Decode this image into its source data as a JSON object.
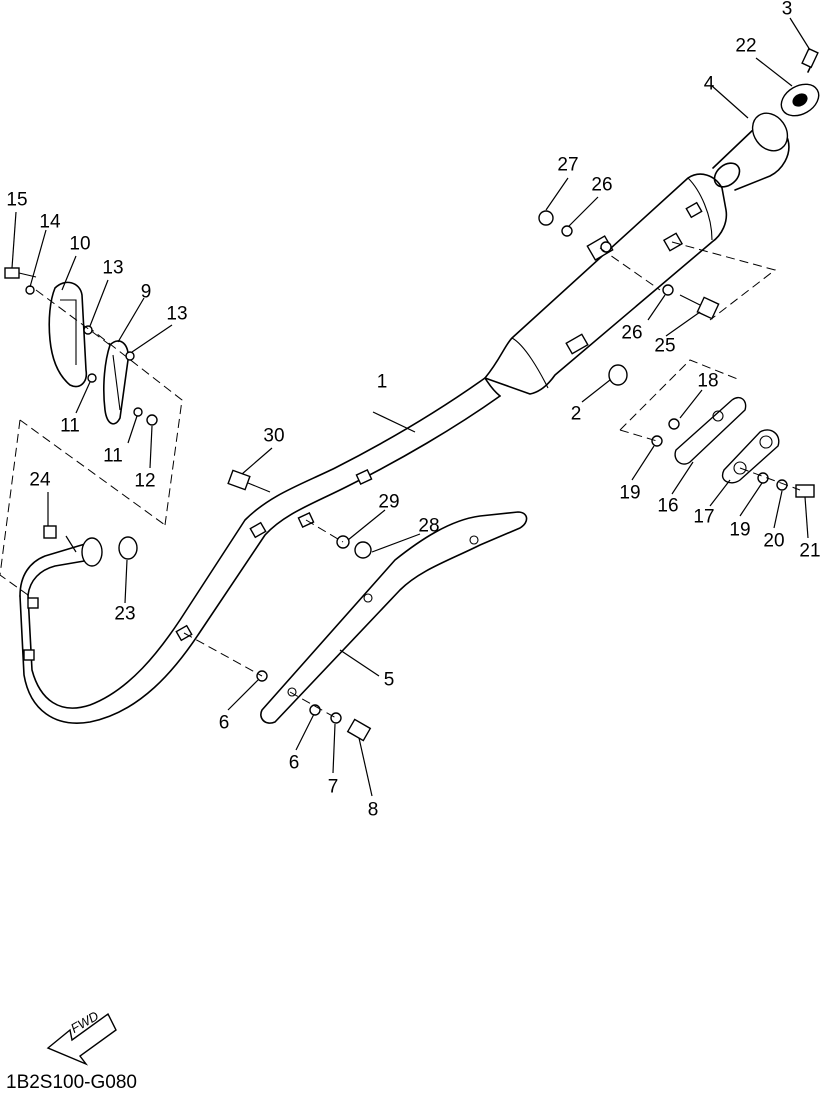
{
  "callouts": [
    {
      "id": "1",
      "text": "1"
    },
    {
      "id": "2",
      "text": "2"
    },
    {
      "id": "3",
      "text": "3"
    },
    {
      "id": "4",
      "text": "4"
    },
    {
      "id": "5",
      "text": "5"
    },
    {
      "id": "6a",
      "text": "6"
    },
    {
      "id": "6b",
      "text": "6"
    },
    {
      "id": "7",
      "text": "7"
    },
    {
      "id": "8",
      "text": "8"
    },
    {
      "id": "9",
      "text": "9"
    },
    {
      "id": "10",
      "text": "10"
    },
    {
      "id": "11a",
      "text": "11"
    },
    {
      "id": "11b",
      "text": "11"
    },
    {
      "id": "12",
      "text": "12"
    },
    {
      "id": "13a",
      "text": "13"
    },
    {
      "id": "13b",
      "text": "13"
    },
    {
      "id": "14",
      "text": "14"
    },
    {
      "id": "15",
      "text": "15"
    },
    {
      "id": "16",
      "text": "16"
    },
    {
      "id": "17",
      "text": "17"
    },
    {
      "id": "18",
      "text": "18"
    },
    {
      "id": "19a",
      "text": "19"
    },
    {
      "id": "19b",
      "text": "19"
    },
    {
      "id": "20",
      "text": "20"
    },
    {
      "id": "21",
      "text": "21"
    },
    {
      "id": "22",
      "text": "22"
    },
    {
      "id": "23",
      "text": "23"
    },
    {
      "id": "24",
      "text": "24"
    },
    {
      "id": "25",
      "text": "25"
    },
    {
      "id": "26a",
      "text": "26"
    },
    {
      "id": "26b",
      "text": "26"
    },
    {
      "id": "27",
      "text": "27"
    },
    {
      "id": "28",
      "text": "28"
    },
    {
      "id": "29",
      "text": "29"
    },
    {
      "id": "30",
      "text": "30"
    }
  ],
  "fwd_label": "FWD",
  "diagram_code": "1B2S100-G080"
}
